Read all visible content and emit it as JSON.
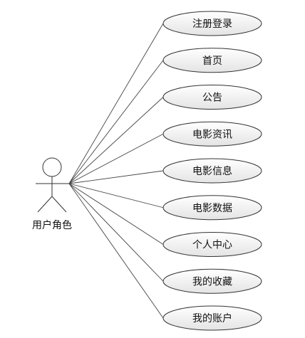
{
  "actor": {
    "label": "用户角色"
  },
  "use_cases": [
    {
      "id": "register-login",
      "label": "注册登录"
    },
    {
      "id": "home",
      "label": "首页"
    },
    {
      "id": "announcement",
      "label": "公告"
    },
    {
      "id": "movie-news",
      "label": "电影资讯"
    },
    {
      "id": "movie-info",
      "label": "电影信息"
    },
    {
      "id": "movie-data",
      "label": "电影数据"
    },
    {
      "id": "personal-center",
      "label": "个人中心"
    },
    {
      "id": "my-favorites",
      "label": "我的收藏"
    },
    {
      "id": "my-account",
      "label": "我的账户"
    }
  ],
  "colors": {
    "ellipse_top": "#ffffff",
    "ellipse_bottom": "#e4e4e4",
    "stroke": "#333333"
  }
}
